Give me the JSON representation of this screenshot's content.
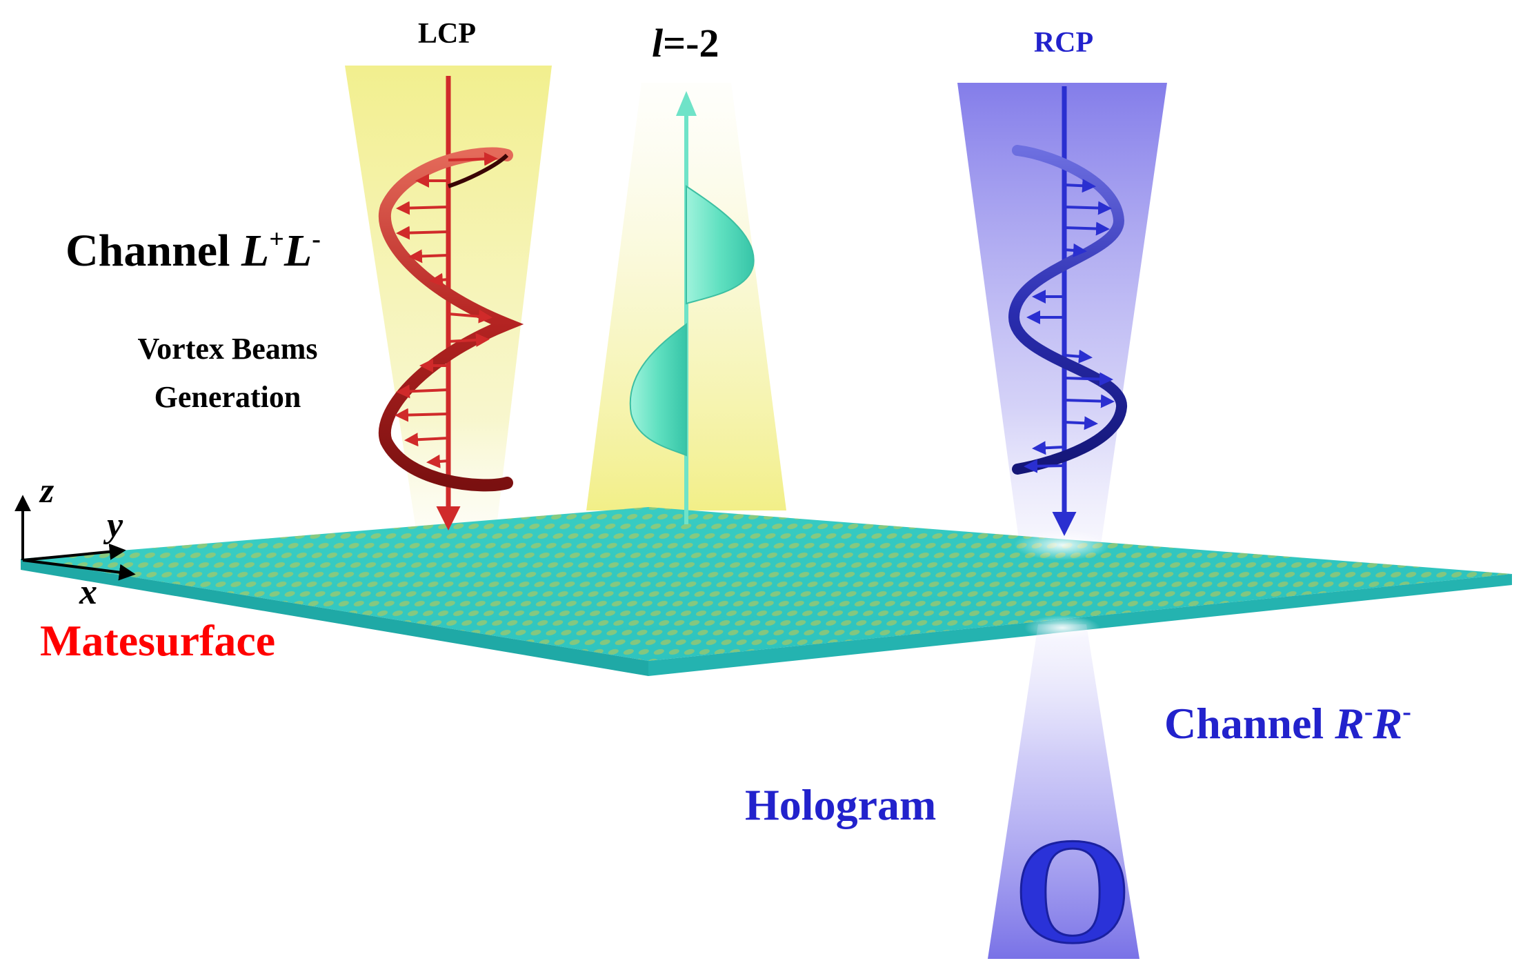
{
  "labels": {
    "lcp": "LCP",
    "rcp": "RCP",
    "l_value_var": "l",
    "l_value_num": "=-2",
    "channel_lplm_prefix": "Channel ",
    "channel_lplm_L1": "L",
    "channel_lplm_sup1": "+",
    "channel_lplm_L2": "L",
    "channel_lplm_sup2": "-",
    "vortex_line1": "Vortex Beams",
    "vortex_line2": "Generation",
    "axis_z": "z",
    "axis_y": "y",
    "axis_x": "x",
    "metasurface": "Matesurface",
    "channel_rr_prefix": "Channel ",
    "channel_rr_R1": "R",
    "channel_rr_sup1": "-",
    "channel_rr_R2": "R",
    "channel_rr_sup2": "-",
    "hologram": "Hologram",
    "hologram_letter": "O"
  },
  "colors": {
    "lcp_red": "#c8282a",
    "rcp_blue": "#2b2fb8",
    "vortex_cyan": "#5fe0c0",
    "metasurface_teal": "#2fc7c0",
    "metasurface_dots": "#c9c93a",
    "label_red": "#ff0000",
    "label_blue": "#2222cc",
    "beam_yellow": "#f3f19c",
    "beam_blue": "#7a74e8"
  }
}
